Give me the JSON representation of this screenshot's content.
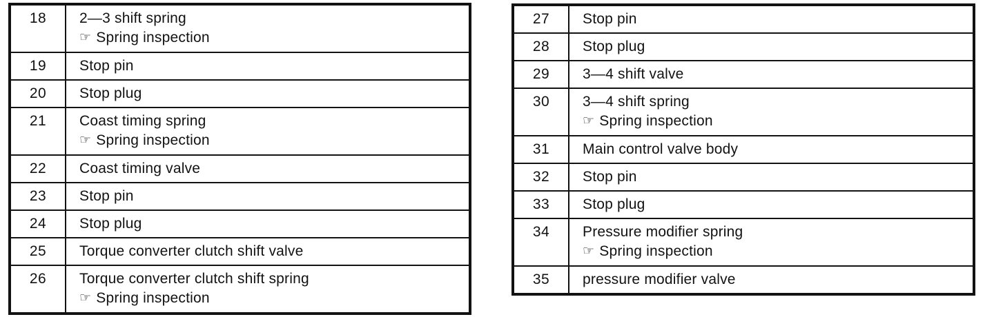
{
  "colors": {
    "ink": "#121212",
    "paper": "#ffffff"
  },
  "icons": {
    "pointer": "☞"
  },
  "notes": {
    "spring_inspection": "Spring inspection"
  },
  "left_table": {
    "rows": [
      {
        "num": "18",
        "label": "2—3 shift spring",
        "inspection": true
      },
      {
        "num": "19",
        "label": "Stop pin",
        "inspection": false
      },
      {
        "num": "20",
        "label": "Stop plug",
        "inspection": false
      },
      {
        "num": "21",
        "label": "Coast timing spring",
        "inspection": true
      },
      {
        "num": "22",
        "label": "Coast timing valve",
        "inspection": false
      },
      {
        "num": "23",
        "label": "Stop pin",
        "inspection": false
      },
      {
        "num": "24",
        "label": "Stop plug",
        "inspection": false
      },
      {
        "num": "25",
        "label": "Torque converter clutch shift valve",
        "inspection": false
      },
      {
        "num": "26",
        "label": "Torque converter clutch shift spring",
        "inspection": true
      }
    ]
  },
  "right_table": {
    "rows": [
      {
        "num": "27",
        "label": "Stop pin",
        "inspection": false
      },
      {
        "num": "28",
        "label": "Stop plug",
        "inspection": false
      },
      {
        "num": "29",
        "label": "3—4 shift valve",
        "inspection": false
      },
      {
        "num": "30",
        "label": "3—4 shift spring",
        "inspection": true
      },
      {
        "num": "31",
        "label": "Main control valve body",
        "inspection": false
      },
      {
        "num": "32",
        "label": "Stop pin",
        "inspection": false
      },
      {
        "num": "33",
        "label": "Stop plug",
        "inspection": false
      },
      {
        "num": "34",
        "label": "Pressure modifier spring",
        "inspection": true
      },
      {
        "num": "35",
        "label": "pressure modifier valve",
        "inspection": false
      }
    ]
  }
}
